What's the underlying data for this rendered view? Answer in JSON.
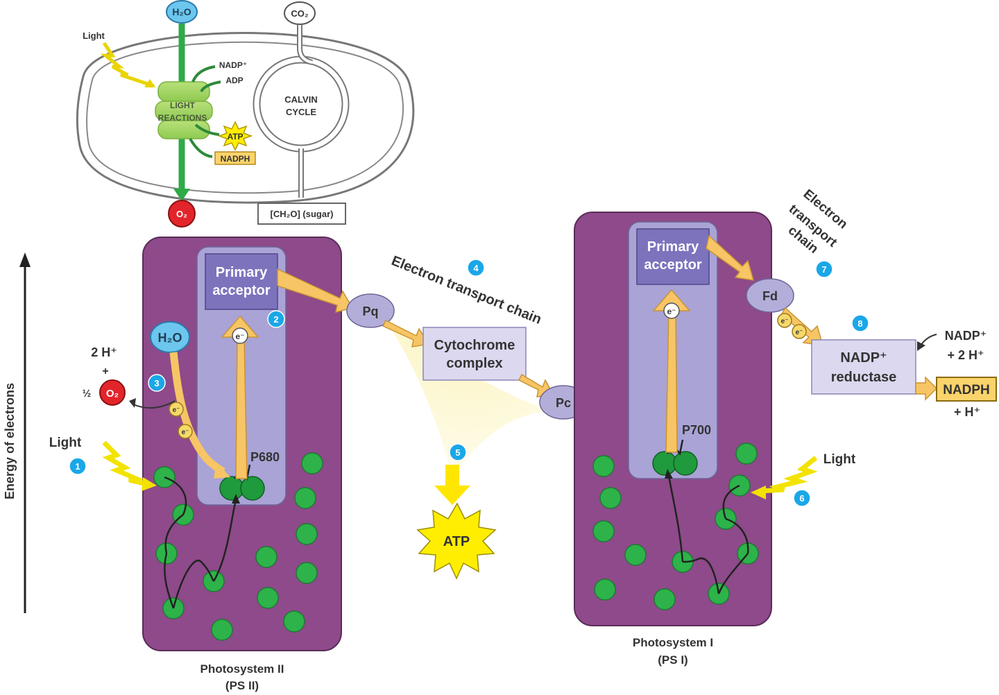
{
  "overview": {
    "h2o": "H₂O",
    "co2": "CO₂",
    "light": "Light",
    "nadp_plus": "NADP⁺",
    "adp": "ADP",
    "light_reactions_1": "LIGHT",
    "light_reactions_2": "REACTIONS",
    "calvin_1": "CALVIN",
    "calvin_2": "CYCLE",
    "atp": "ATP",
    "nadph": "NADPH",
    "o2": "O₂",
    "sugar": "[CH₂O] (sugar)"
  },
  "axis": {
    "label": "Energy of electrons"
  },
  "ps2": {
    "name": "Photosystem II",
    "abbr": "(PS II)",
    "primary_acceptor_1": "Primary",
    "primary_acceptor_2": "acceptor",
    "reaction_center": "P680",
    "water": "H₂O",
    "hydrogen": "2 H⁺",
    "plus": "+",
    "half": "½",
    "oxygen": "O₂",
    "light": "Light",
    "electron": "e⁻"
  },
  "etc1": {
    "label": "Electron transport chain",
    "pq": "Pq",
    "cyt_1": "Cytochrome",
    "cyt_2": "complex",
    "pc": "Pc",
    "atp": "ATP"
  },
  "ps1": {
    "name": "Photosystem I",
    "abbr": "(PS I)",
    "primary_acceptor_1": "Primary",
    "primary_acceptor_2": "acceptor",
    "reaction_center": "P700",
    "light": "Light",
    "electron": "e⁻"
  },
  "etc2": {
    "label_1": "Electron",
    "label_2": "transport",
    "label_3": "chain",
    "fd": "Fd",
    "reductase_1": "NADP⁺",
    "reductase_2": "reductase",
    "nadp_in_1": "NADP⁺",
    "nadp_in_2": "+ 2 H⁺",
    "nadph": "NADPH",
    "h_out": "+ H⁺",
    "electron": "e⁻"
  },
  "steps": [
    "1",
    "2",
    "3",
    "4",
    "5",
    "6",
    "7",
    "8"
  ],
  "colors": {
    "purple_dark": "#8e4a8a",
    "purple_light": "#a9a3d6",
    "acceptor": "#7d73bd",
    "arrow_orange": "#f7c565",
    "chlorophyll": "#2db34a",
    "step_blue": "#1aa7e8",
    "atp_yellow": "#ffee00",
    "oxygen_red": "#e2252b",
    "water_blue": "#6cc6ee",
    "nadph_box": "#fbd36b",
    "carrier": "#b3aed9"
  }
}
